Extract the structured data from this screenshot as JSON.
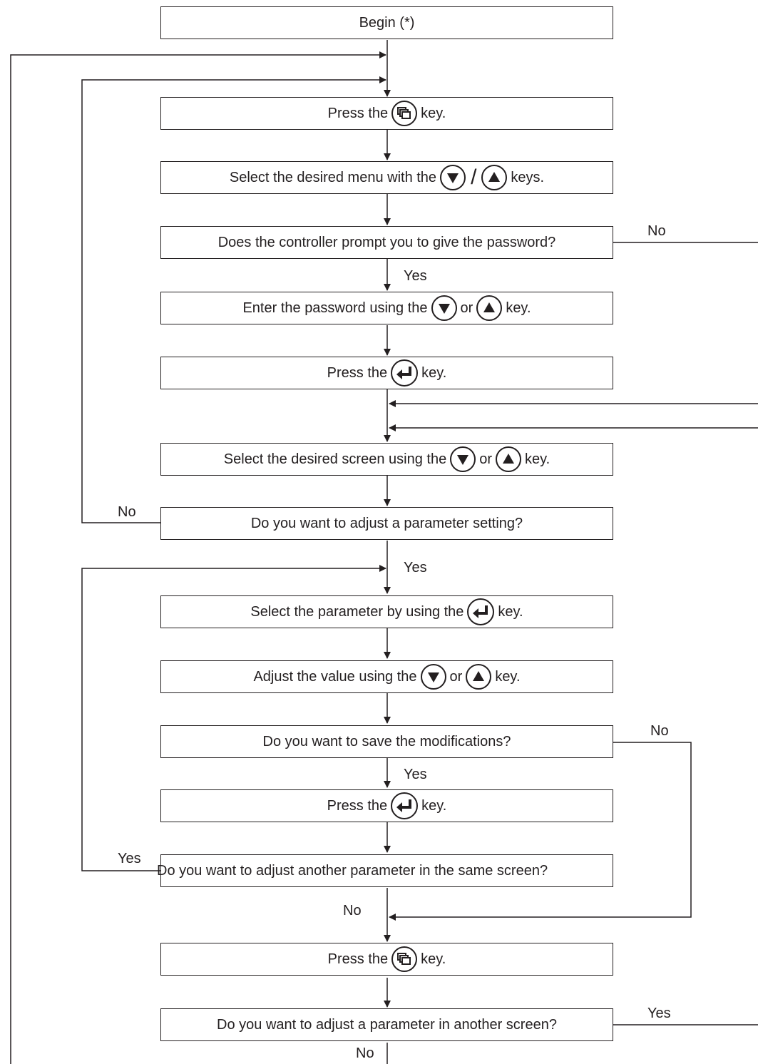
{
  "steps": {
    "begin": "Begin (*)",
    "press_menu_1": {
      "pre": "Press the",
      "post": "key.",
      "icon": "menu-key-icon"
    },
    "select_menu": {
      "pre": "Select the desired menu with the",
      "post": "keys.",
      "icons": [
        "down-key-icon",
        "up-key-icon"
      ]
    },
    "password_prompt": "Does the controller prompt you to give the password?",
    "enter_password": {
      "pre": "Enter the password using the",
      "mid": "or",
      "post": "key.",
      "icons": [
        "down-key-icon",
        "up-key-icon"
      ]
    },
    "press_enter_1": {
      "pre": "Press the",
      "post": "key.",
      "icon": "enter-key-icon"
    },
    "select_screen": {
      "pre": "Select the desired screen using the",
      "mid": "or",
      "post": "key.",
      "icons": [
        "down-key-icon",
        "up-key-icon"
      ]
    },
    "adjust_setting": "Do you want to adjust a parameter setting?",
    "select_param": {
      "pre": "Select the parameter by using the",
      "post": "key.",
      "icon": "enter-key-icon"
    },
    "adjust_value": {
      "pre": "Adjust the value using the",
      "mid": "or",
      "post": "key.",
      "icons": [
        "down-key-icon",
        "up-key-icon"
      ]
    },
    "save_mods": "Do you want to save the modifications?",
    "press_enter_2": {
      "pre": "Press the",
      "post": "key.",
      "icon": "enter-key-icon"
    },
    "adjust_another": "Do you want to adjust another parameter in the same screen?",
    "press_menu_2": {
      "pre": "Press the",
      "post": "key.",
      "icon": "menu-key-icon"
    },
    "adjust_other_screen": "Do you want to adjust a parameter in another screen?"
  },
  "labels": {
    "password_no": "No",
    "password_yes": "Yes",
    "adjust_setting_no": "No",
    "adjust_setting_yes": "Yes",
    "save_no": "No",
    "save_yes": "Yes",
    "adjust_another_yes": "Yes",
    "adjust_another_no": "No",
    "other_screen_yes": "Yes",
    "other_screen_no": "No"
  },
  "colors": {
    "line": "#231f20",
    "background": "#ffffff"
  }
}
